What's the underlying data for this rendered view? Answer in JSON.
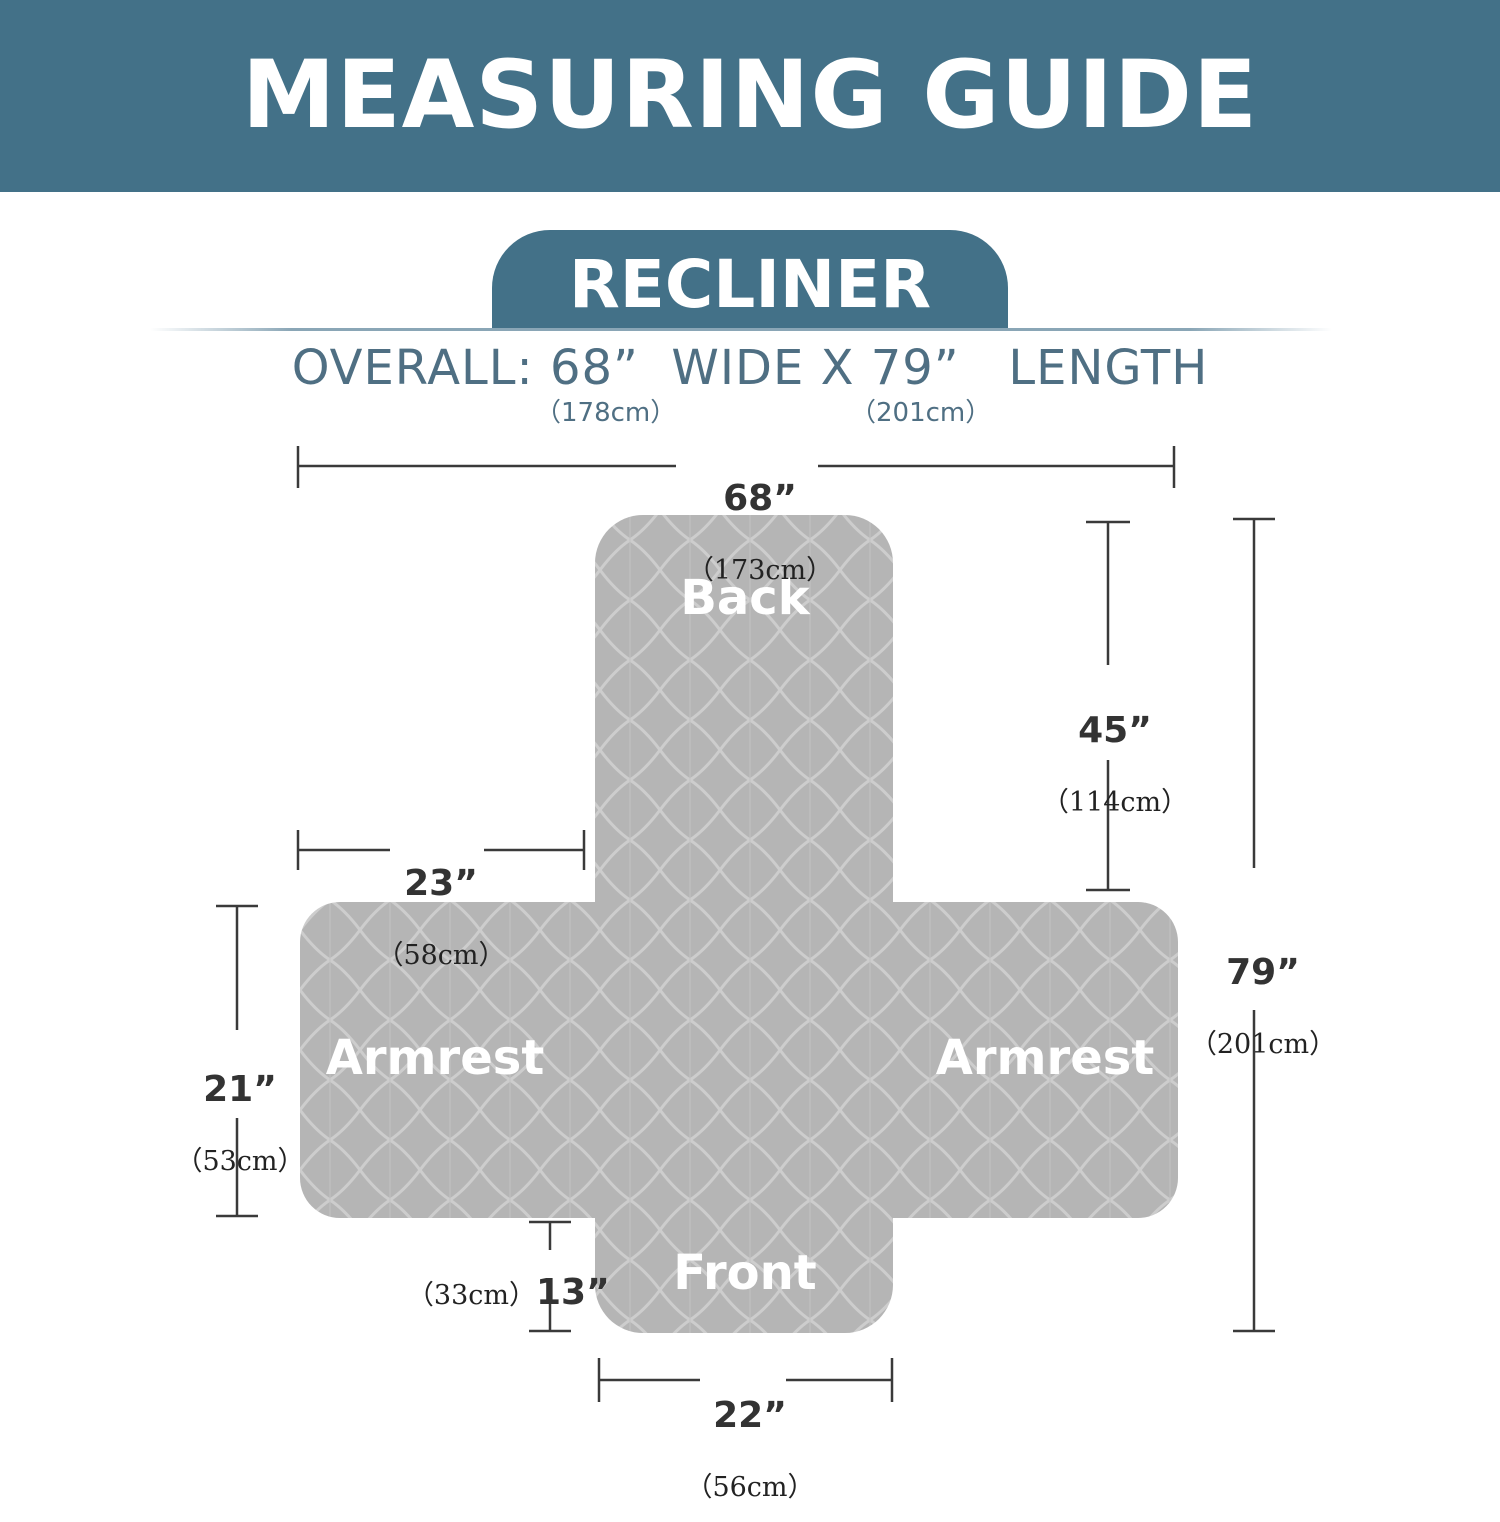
{
  "header": {
    "title": "MEASURING GUIDE"
  },
  "section": {
    "tab_label": "RECLINER"
  },
  "overall": {
    "text": "OVERALL: 68”  WIDE X 79”   LENGTH",
    "width_cm": "（178cm）",
    "length_cm": "（201cm）"
  },
  "parts": {
    "back": "Back",
    "front": "Front",
    "armrest_left": "Armrest",
    "armrest_right": "Armrest"
  },
  "dimensions": {
    "total_width": {
      "inch": "68”",
      "cm": "（173cm）"
    },
    "back_length": {
      "inch": "45”",
      "cm": "（114cm）"
    },
    "total_length": {
      "inch": "79”",
      "cm": "（201cm）"
    },
    "armrest_width": {
      "inch": "23”",
      "cm": "（58cm）"
    },
    "armrest_length": {
      "inch": "21”",
      "cm": "（53cm）"
    },
    "front_length": {
      "inch": "13”",
      "cm": "（33cm）"
    },
    "front_width": {
      "inch": "22”",
      "cm": "（56cm）"
    }
  },
  "colors": {
    "banner": "#437188",
    "cover": "#b5b5b5",
    "quilt_line": "#cfcfcf",
    "dim_line": "#333333"
  }
}
